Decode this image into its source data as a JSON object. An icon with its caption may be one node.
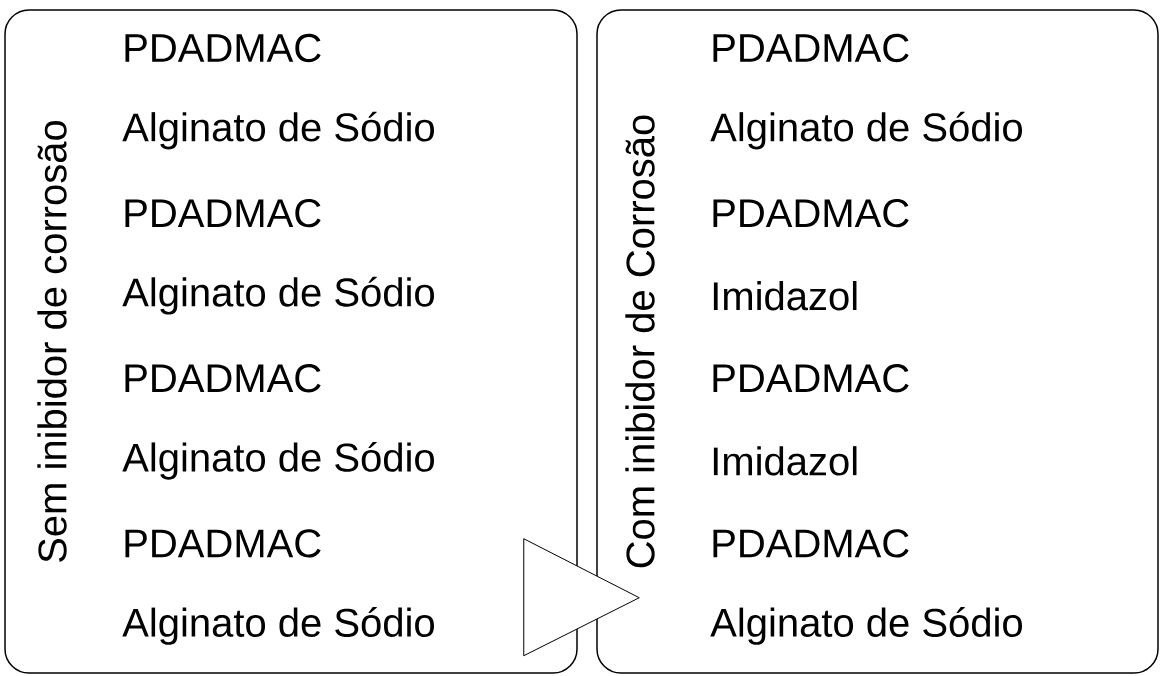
{
  "diagram": {
    "nodes": [
      {
        "text": [
          "Sem inibidor de corrosão",
          "PDADMAC",
          "Alginato de Sódio",
          "PDADMAC",
          "Alginato de Sódio",
          "PDADMAC",
          "Alginato de Sódio",
          "PDADMAC",
          "Alginato de Sódio"
        ]
      },
      {
        "text": [
          "Com inibidor de Corrosão",
          "PDADMAC",
          "Alginato de Sódio",
          "PDADMAC",
          "Imidazol",
          "PDADMAC",
          "Imidazol",
          "PDADMAC",
          "Alginato de Sódio"
        ]
      }
    ],
    "edges": [
      {
        "from": 0,
        "to": 1,
        "arrow": "to"
      }
    ]
  }
}
